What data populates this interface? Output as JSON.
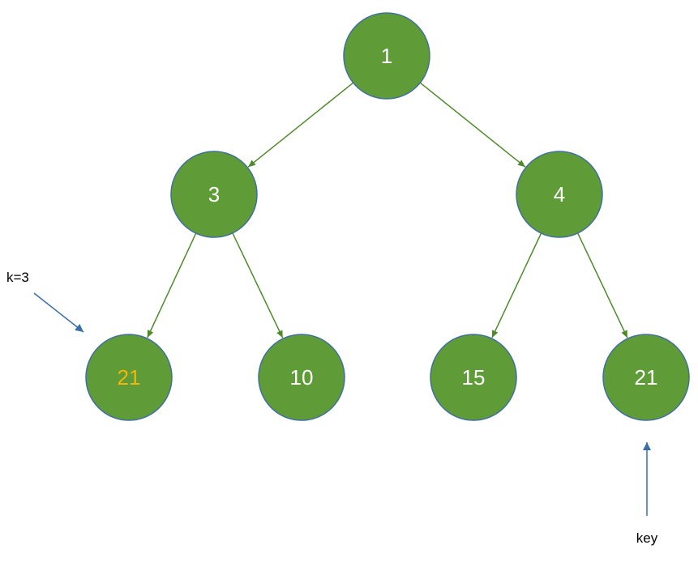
{
  "colors": {
    "node_fill": "#5f9c38",
    "node_stroke": "#3f6fa0",
    "edge": "#4f8a2a",
    "label_default": "#ffffff",
    "label_highlight": "#f2b705",
    "pointer_arrow": "#3a6fa8",
    "annotation_text": "#000000"
  },
  "nodes": [
    {
      "id": "root",
      "label": "1",
      "highlight": false
    },
    {
      "id": "left",
      "label": "3",
      "highlight": false
    },
    {
      "id": "right",
      "label": "4",
      "highlight": false
    },
    {
      "id": "left-left",
      "label": "21",
      "highlight": true
    },
    {
      "id": "left-right",
      "label": "10",
      "highlight": false
    },
    {
      "id": "right-left",
      "label": "15",
      "highlight": false
    },
    {
      "id": "right-right",
      "label": "21",
      "highlight": false
    }
  ],
  "edges": [
    {
      "from": "root",
      "to": "left"
    },
    {
      "from": "root",
      "to": "right"
    },
    {
      "from": "left",
      "to": "left-left"
    },
    {
      "from": "left",
      "to": "left-right"
    },
    {
      "from": "right",
      "to": "right-left"
    },
    {
      "from": "right",
      "to": "right-right"
    }
  ],
  "annotations": {
    "k_label": "k=3",
    "key_label": "key"
  }
}
